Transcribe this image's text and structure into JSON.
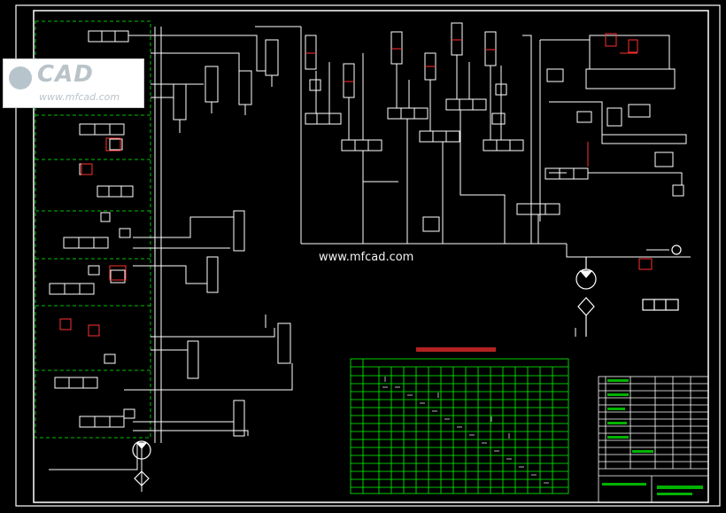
{
  "watermark_url": "www.mfcad.com",
  "logo": {
    "brand": "CAD",
    "url": "www.mfcad.com"
  },
  "colors": {
    "background": "#000000",
    "line": "#ffffff",
    "frame_green": "#00ff00",
    "cylinder_red": "#ff3030",
    "dashed_box": "#00c000"
  }
}
